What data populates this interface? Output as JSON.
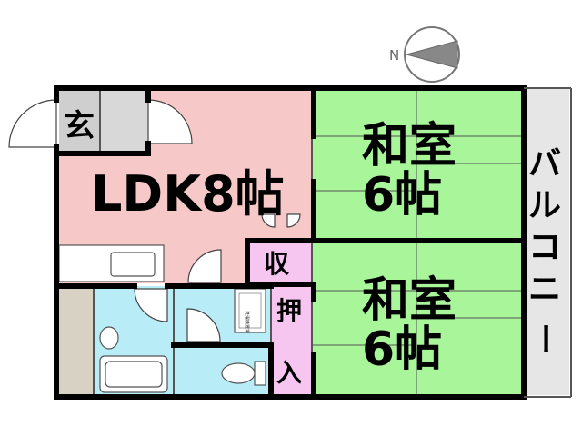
{
  "compass": {
    "label": "N"
  },
  "rooms": {
    "entrance": "玄",
    "ldk": "LDK8帖",
    "washitsu_a": {
      "line1": "和室",
      "line2": "6帖"
    },
    "washitsu_b": {
      "line1": "和室",
      "line2": "6帖"
    },
    "storage": "収",
    "closet": [
      "押",
      "入"
    ],
    "balcony": [
      "バ",
      "ル",
      "コ",
      "ニ",
      "ー"
    ],
    "washer": "洗濯機置場"
  },
  "colors": {
    "ldk": "#f7c8c8",
    "washitsu": "#a8f59a",
    "storage": "#f7c6f0",
    "bath": "#b8ecf7",
    "entrance": "#d8d8d8",
    "balcony": "#e6e6e6",
    "shoebox": "#d8d2c4"
  }
}
